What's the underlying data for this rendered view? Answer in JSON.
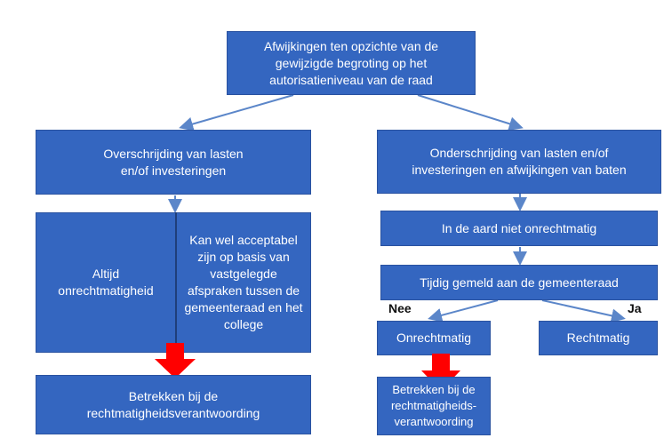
{
  "boxes": {
    "top": "Afwijkingen ten opzichte van de gewijzigde begroting op het autorisatieniveau van de raad",
    "overschrijding": "Overschrijding van lasten\nen/of investeringen",
    "altijd": "Altijd\nonrechtmatigheid",
    "kan_wel": "Kan wel acceptabel zijn op basis van vastgelegde afspraken tussen de gemeenteraad en het college",
    "betrekken_left": "Betrekken bij de\nrechtmatigheidsverantwoording",
    "onderschrijding": "Onderschrijding van lasten en/of\ninvesteringen en afwijkingen van baten",
    "aard": "In de aard niet onrechtmatig",
    "tijdig": "Tijdig gemeld aan de gemeenteraad",
    "onrechtmatig": "Onrechtmatig",
    "rechtmatig": "Rechtmatig",
    "betrekken_right": "Betrekken bij de\nrechtmatigheids-\nverantwoording"
  },
  "labels": {
    "nee": "Nee",
    "ja": "Ja"
  },
  "colors": {
    "box_fill": "#3466c0",
    "arrow": "#5b86c9",
    "emphasis_arrow": "#ff0000"
  }
}
